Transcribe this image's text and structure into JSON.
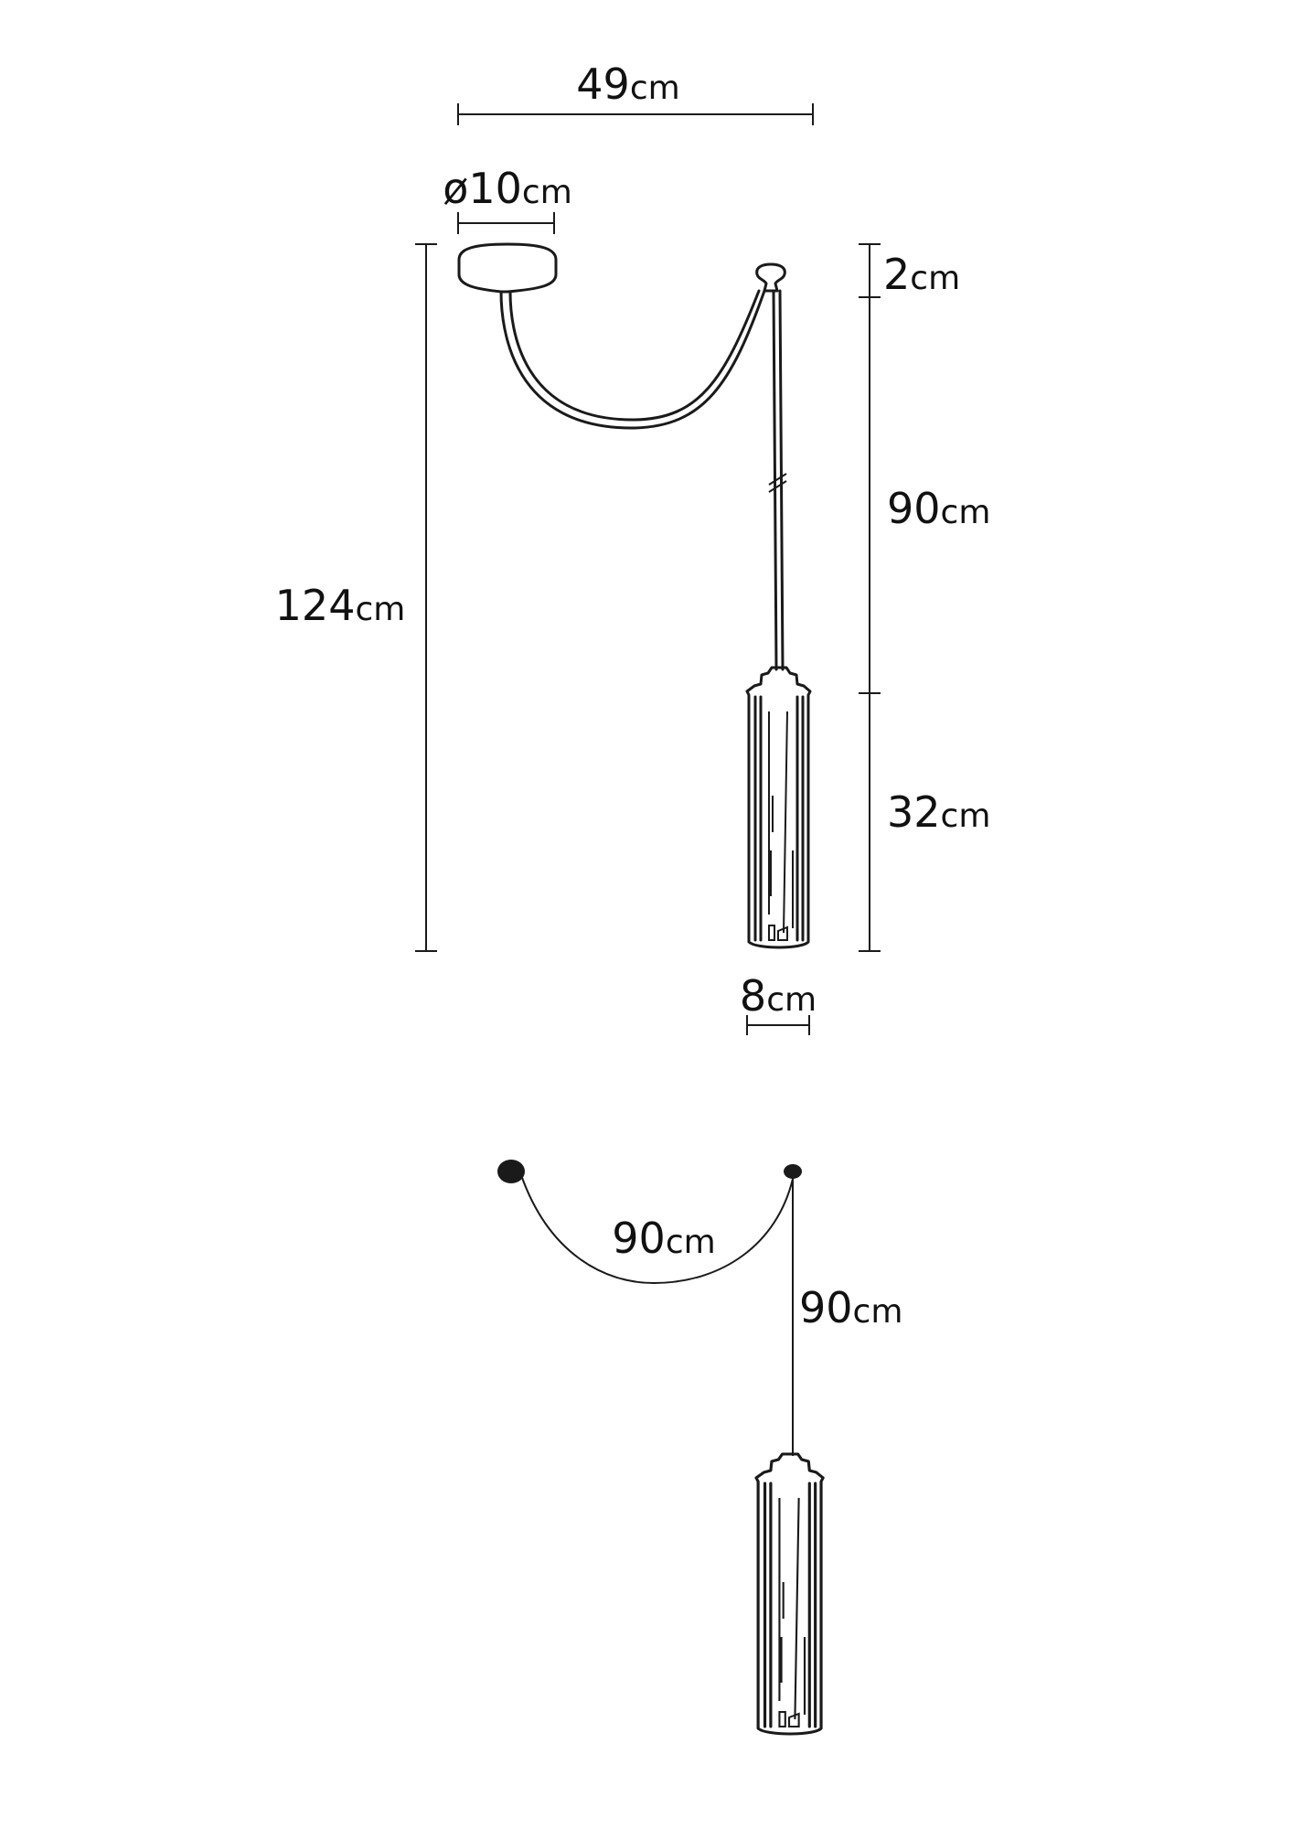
{
  "colors": {
    "ink": "#1a1a1a",
    "background": "#ffffff"
  },
  "front_view": {
    "width": {
      "value": "49",
      "unit": "cm"
    },
    "canopy_diameter": {
      "value": "ø10",
      "unit": "cm"
    },
    "total_height": {
      "value": "124",
      "unit": "cm"
    },
    "cap_height": {
      "value": "2",
      "unit": "cm"
    },
    "cord_length": {
      "value": "90",
      "unit": "cm"
    },
    "shade_height": {
      "value": "32",
      "unit": "cm"
    },
    "shade_width": {
      "value": "8",
      "unit": "cm"
    }
  },
  "schematic_view": {
    "arc_cord": {
      "value": "90",
      "unit": "cm"
    },
    "drop_cord": {
      "value": "90",
      "unit": "cm"
    }
  }
}
